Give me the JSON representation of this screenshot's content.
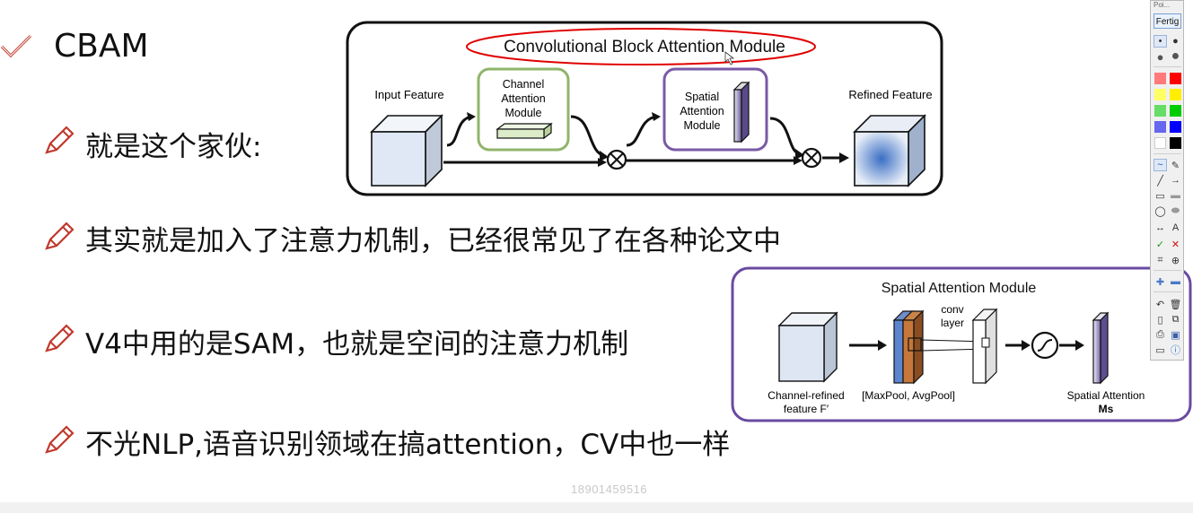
{
  "slide": {
    "title": "CBAM",
    "bullets": [
      "就是这个家伙:",
      "其实就是加入了注意力机制，已经很常见了在各种论文中",
      "V4中用的是SAM，也就是空间的注意力机制",
      "不光NLP,语音识别领域在搞attention，CV中也一样"
    ],
    "watermark": "18901459516"
  },
  "cbam_figure": {
    "title": "Convolutional Block Attention Module",
    "input_label": "Input Feature",
    "channel_label": [
      "Channel",
      "Attention",
      "Module"
    ],
    "spatial_label": [
      "Spatial",
      "Attention",
      "Module"
    ],
    "refined_label": "Refined Feature",
    "multiply_symbol": "⊗"
  },
  "sam_figure": {
    "title": "Spatial Attention Module",
    "input_label_1": "Channel-refined",
    "input_label_2": "feature F′",
    "pool_label": "[MaxPool, AvgPool]",
    "conv_label_1": "conv",
    "conv_label_2": "layer",
    "output_label_1": "Spatial Attention",
    "output_label_2": "Ms"
  },
  "toolbar": {
    "poi_label": "Poi...",
    "done_label": "Fertig",
    "text_tool_label": "A",
    "colors": [
      "#ff7a7a",
      "#ff0000",
      "#ffff66",
      "#ffee00",
      "#66dd66",
      "#00cc00",
      "#6666ee",
      "#0000ff",
      "#ffffff",
      "#000000"
    ]
  },
  "colors": {
    "annotation_red": "#e00000",
    "channel_border": "#8fb56a",
    "spatial_border": "#7a5aa6",
    "sam_border": "#6a4aa0"
  }
}
